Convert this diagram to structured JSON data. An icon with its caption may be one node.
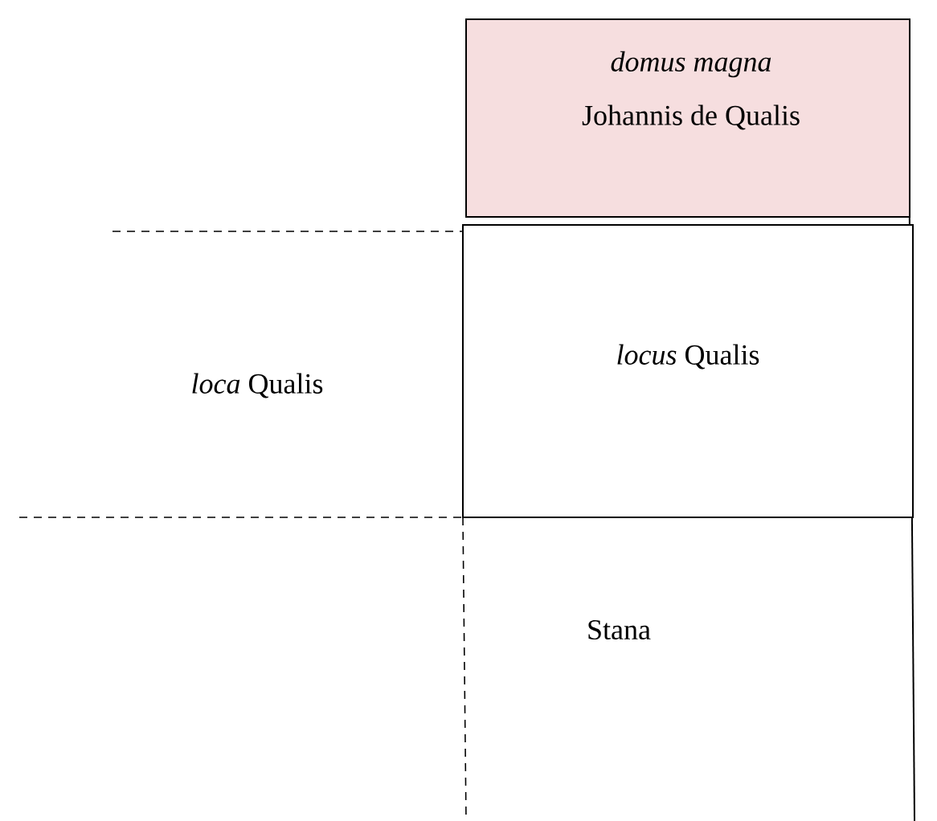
{
  "diagram": {
    "nodes": [
      {
        "text": [
          "domus magna",
          "Johannis de Qualis"
        ]
      },
      {
        "text": [
          "*locus* Qualis"
        ]
      }
    ],
    "labels": [
      "*loca* Qualis",
      "Stana"
    ]
  }
}
